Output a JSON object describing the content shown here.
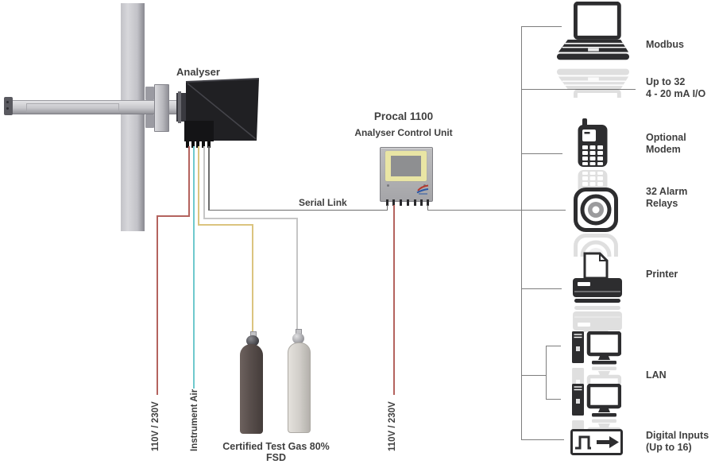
{
  "analyser": {
    "label": "Analyser"
  },
  "control_unit": {
    "title": "Procal 1100",
    "subtitle": "Analyser Control Unit"
  },
  "connections": {
    "serial_link": "Serial Link",
    "analyser_power": "110V / 230V",
    "instrument_air": "Instrument Air",
    "control_unit_power": "110V / 230V",
    "test_gas_caption": "Certified Test Gas 80% FSD"
  },
  "outputs": [
    {
      "icon": "laptop-icon",
      "label1": "Modbus",
      "label2": ""
    },
    {
      "icon": "",
      "label1": "Up to 32",
      "label2": "4 - 20 mA I/O"
    },
    {
      "icon": "mobile-phone-icon",
      "label1": "Optional",
      "label2": "Modem"
    },
    {
      "icon": "speaker-icon",
      "label1": "32 Alarm",
      "label2": "Relays"
    },
    {
      "icon": "printer-icon",
      "label1": "Printer",
      "label2": ""
    },
    {
      "icon": "desktop-computers-icon",
      "label1": "LAN",
      "label2": ""
    },
    {
      "icon": "digital-pulse-icon",
      "label1": "Digital Inputs",
      "label2": "(Up to 16)"
    }
  ],
  "colors": {
    "line": "#7d7d7d",
    "wire-power": "#b4635e",
    "wire-air": "#6fc9cd",
    "wire-gas-a": "#dbc47f",
    "wire-gas-b": "#c6c6c6",
    "wire-serial": "#6e6e6e",
    "ink": "#3f3f3f",
    "icon": "#2d2d2f",
    "bezel": "#e9e5a4",
    "screen": "#8e8f91",
    "logo-red": "#b5372d",
    "logo-blue": "#2a57a5"
  }
}
